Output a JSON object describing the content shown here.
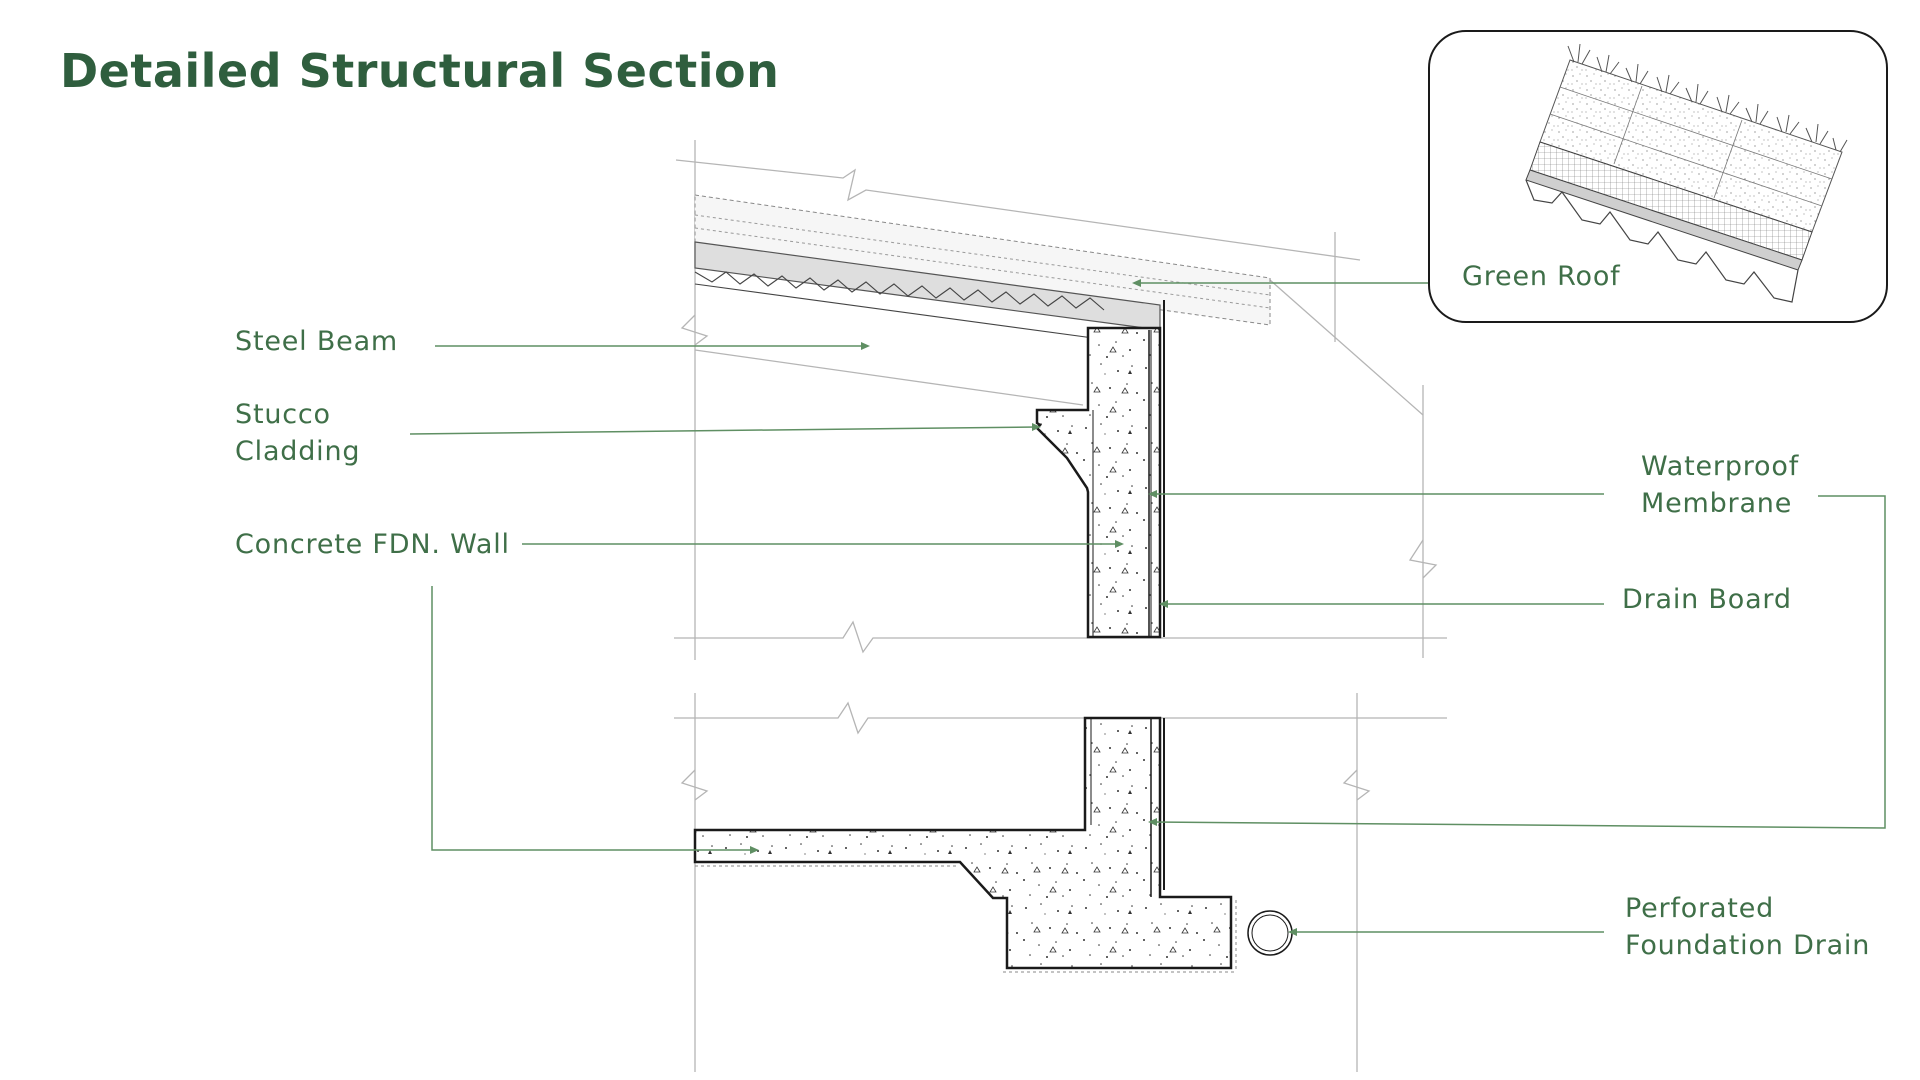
{
  "title": "Detailed Structural Section",
  "labels": {
    "steel_beam": "Steel Beam",
    "stucco_line1": "Stucco",
    "stucco_line2": "Cladding",
    "concrete_fdn_wall": "Concrete FDN. Wall",
    "waterproof_line1": "Waterproof",
    "waterproof_line2": "Membrane",
    "drain_board": "Drain Board",
    "perforated_line1": "Perforated",
    "perforated_line2": "Foundation Drain",
    "green_roof": "Green Roof"
  },
  "colors": {
    "title": "#2f5e3e",
    "label_text": "#3f6f48",
    "leader_line": "#5f8f63",
    "drawing_line": "#1a1a1a",
    "grid_line": "#b5b5b5"
  }
}
